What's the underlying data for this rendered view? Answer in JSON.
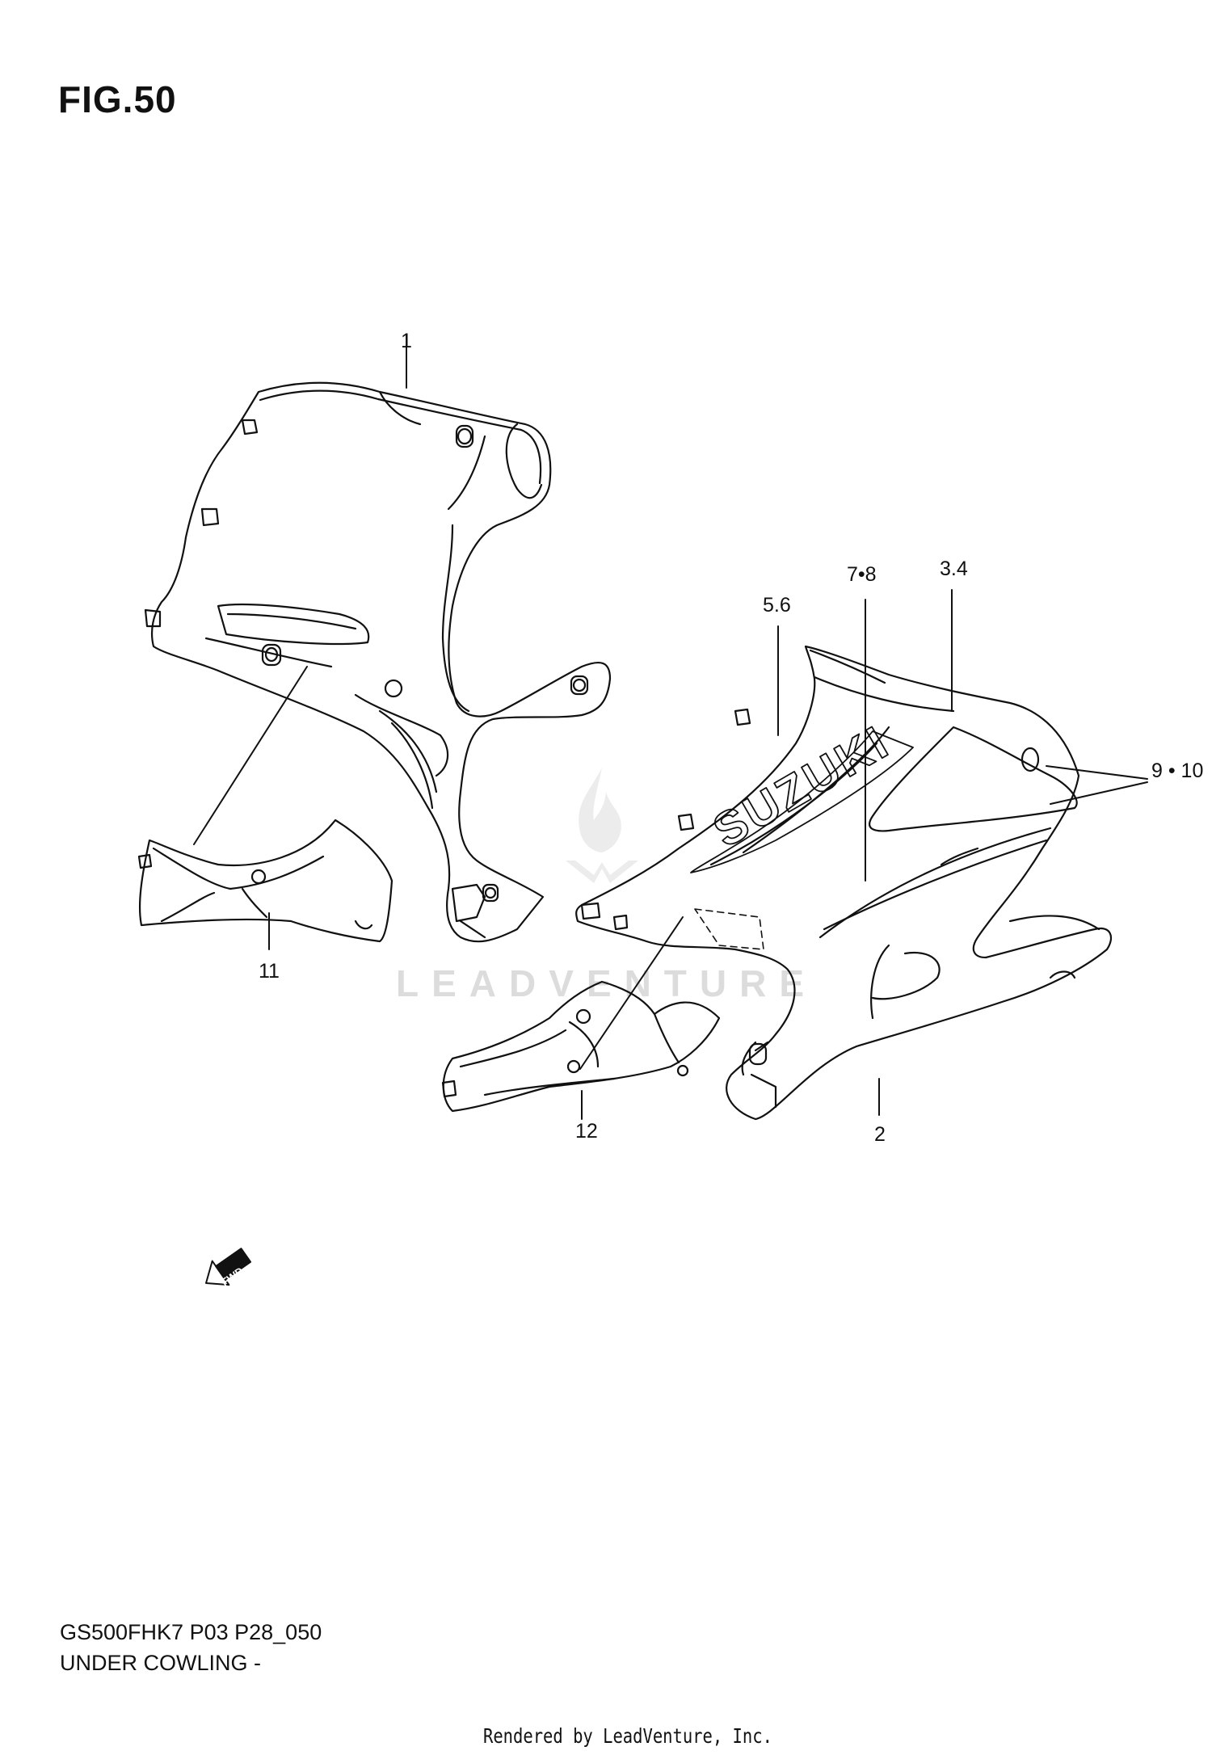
{
  "figure": {
    "title": "FIG.50"
  },
  "callouts": {
    "c1": "1",
    "c2": "2",
    "c34": "3.4",
    "c56": "5.6",
    "c78": "7•8",
    "c910": "9 • 10",
    "c11": "11",
    "c12": "12"
  },
  "parts": {
    "brand_decal": "SUZUKI",
    "fwd_arrow": "FWD"
  },
  "watermark": {
    "text": "LEADVENTURE"
  },
  "footer": {
    "code": "GS500FHK7 P03 P28_050",
    "title": "UNDER COWLING -",
    "credit": "Rendered by LeadVenture, Inc."
  }
}
